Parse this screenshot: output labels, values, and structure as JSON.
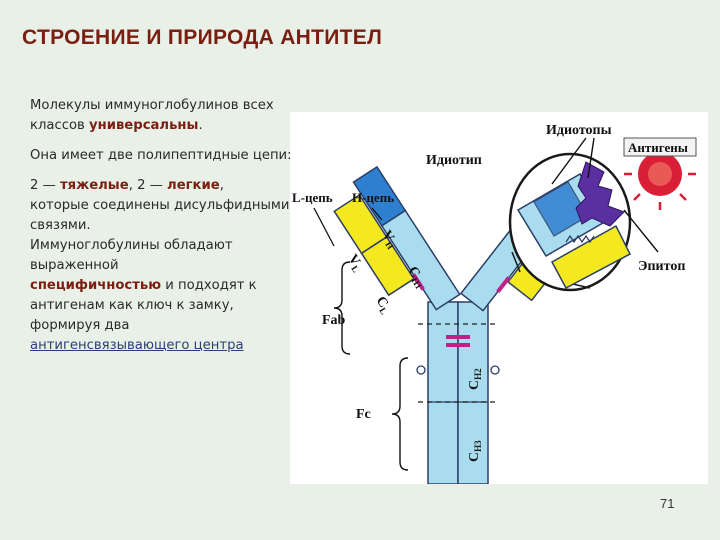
{
  "slide": {
    "title": "СТРОЕНИЕ И ПРИРОДА АНТИТЕЛ",
    "page_number": "71"
  },
  "body_text": {
    "p1_a": "Молекулы иммуноглобулинов всех классов ",
    "p1_hl": "универсальны",
    "p1_b": ".",
    "p2": "Она имеет две полипептидные цепи:",
    "p3_a": "2 — ",
    "p3_hl1": "тяжелые",
    "p3_b": ", 2 — ",
    "p3_hl2": "легкие",
    "p3_c": ",",
    "p4": "которые соединены дисульфидными связями.",
    "p5": "Иммуноглобулины обладают выраженной",
    "p6_hl": "специфичностью",
    "p6_b": " и подходят к антигенам как ключ к замку, формируя два",
    "p7_link": "антигенсвязывающего центра"
  },
  "diagram": {
    "labels": {
      "l_chain": "L-цепь",
      "h_chain": "H-цепь",
      "idiotopes": "Идиотопы",
      "idiotype": "Идиотип",
      "antigens": "Антигены",
      "epitope": "Эпитоп",
      "fab": "Fab",
      "fc": "Fc"
    },
    "domains": {
      "vh_v": "V",
      "vh_sub": "H",
      "vl_v": "V",
      "vl_sub": "L",
      "ch1_c": "C",
      "ch1_sub": "H1",
      "cl_c": "C",
      "cl_sub": "L",
      "ch2_c": "C",
      "ch2_sub": "H2",
      "ch3_c": "C",
      "ch3_sub": "H3"
    },
    "colors": {
      "heavy_chain": "#a9dcef",
      "variable_heavy": "#2f7fd1",
      "light_chain": "#f4e81e",
      "disulfide": "#c01f86",
      "antigen": "#5a2fa0",
      "antigen_cell": "#d81f36",
      "panel_bg": "#ffffff"
    }
  }
}
